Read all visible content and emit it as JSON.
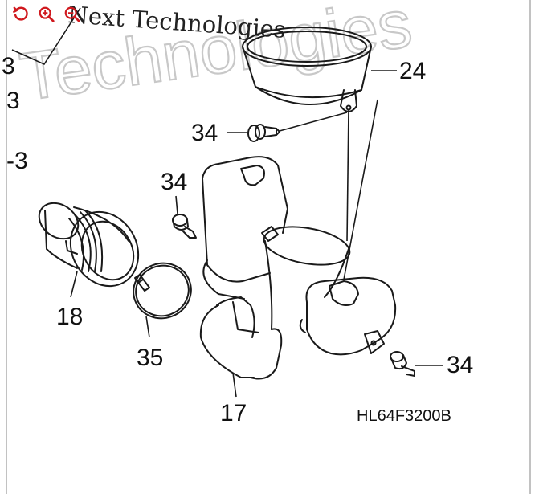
{
  "toolbar": {
    "rotate_icon": "rotate-ccw-icon",
    "zoom_in_icon": "zoom-in-icon",
    "zoom_out_icon": "zoom-out-icon",
    "accent_color": "#d0191e"
  },
  "watermark": {
    "line1": "Next Technologies",
    "line2": "Technologies"
  },
  "diagram_code": "HL64F3200B",
  "callouts": {
    "c24": "24",
    "c34_top": "34",
    "c34_left": "34",
    "c34_right": "34",
    "c18": "18",
    "c35": "35",
    "c17": "17",
    "c3": "-3"
  }
}
